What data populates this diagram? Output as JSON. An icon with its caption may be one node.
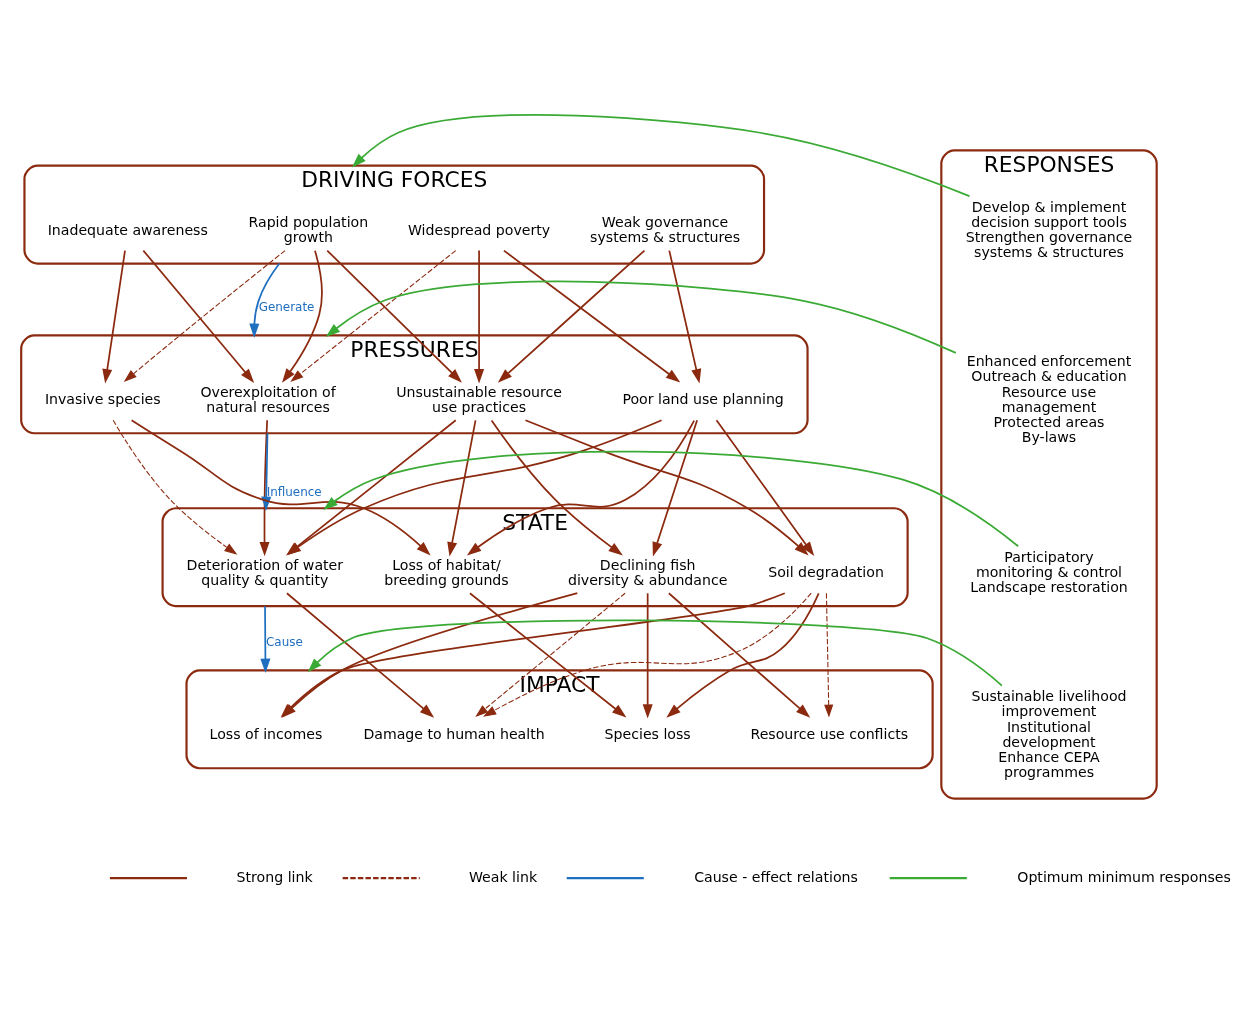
{
  "diagram": {
    "nodes": [
      {
        "text": [
          "DRIVING FORCES"
        ]
      },
      {
        "text": [
          "Rapid population growth"
        ],
        "in": 0
      },
      {
        "text": [
          "Weak governance systems & structures"
        ],
        "in": 0
      },
      {
        "text": [
          "Inadequate awareness"
        ],
        "in": 0
      },
      {
        "text": [
          "Widespread poverty"
        ],
        "in": 0
      },
      {
        "text": [
          "PRESSURES"
        ]
      },
      {
        "text": [
          "Overexploitation of natural resources"
        ],
        "in": 5
      },
      {
        "text": [
          "Unsustainable resource use practices"
        ],
        "in": 5
      },
      {
        "text": [
          "Poor land use planning"
        ],
        "in": 5
      },
      {
        "text": [
          "Invasive species"
        ],
        "in": 5
      },
      {
        "text": [
          "STATE"
        ]
      },
      {
        "text": [
          "Deterioration of water quality & quantity"
        ],
        "in": 10
      },
      {
        "text": [
          "Declining fish diversity & abundance"
        ],
        "in": 10
      },
      {
        "text": [
          "Loss of habitat/ breeding grounds"
        ],
        "in": 10
      },
      {
        "text": [
          "Soil degradation"
        ],
        "in": 10
      },
      {
        "text": [
          "IMPACT"
        ]
      },
      {
        "text": [
          "Loss of incomes"
        ],
        "in": 15
      },
      {
        "text": [
          "Resource use conflicts"
        ],
        "in": 15
      },
      {
        "text": [
          "Species loss"
        ],
        "in": 15
      },
      {
        "text": [
          "Damage to human health"
        ],
        "in": 15
      },
      {
        "text": [
          "RESPONSES"
        ]
      },
      {
        "text": [
          "Develop & implement decision support tools",
          "Strengthen governance systems & structures"
        ],
        "in": 20
      },
      {
        "text": [
          "Enhanced enforcement",
          "Outreach & education",
          "Resource use management",
          "Protected areas",
          "By-laws"
        ],
        "in": 20
      },
      {
        "text": [
          "Participatory monitoring & control",
          "Landscape restoration"
        ],
        "in": 20
      },
      {
        "text": [
          "Sustainable livelihood improvement",
          "Institutional development",
          "Enhance CEPA programmes"
        ],
        "in": 20
      }
    ],
    "edges": [
      {
        "from": 1,
        "to": 6,
        "arrow": "to"
      },
      {
        "from": 1,
        "to": 7,
        "arrow": "to"
      },
      {
        "from": 1,
        "to": 9,
        "arrow": "to",
        "style": "dashed"
      },
      {
        "from": 2,
        "to": 7,
        "arrow": "to"
      },
      {
        "from": 2,
        "to": 8,
        "arrow": "to"
      },
      {
        "from": 3,
        "to": 6,
        "arrow": "to"
      },
      {
        "from": 3,
        "to": 9,
        "arrow": "to"
      },
      {
        "from": 4,
        "to": 6,
        "arrow": "to",
        "style": "dashed"
      },
      {
        "from": 4,
        "to": 7,
        "arrow": "to"
      },
      {
        "from": 4,
        "to": 8,
        "arrow": "to"
      },
      {
        "from": 6,
        "to": 11,
        "arrow": "to"
      },
      {
        "from": 7,
        "to": 11,
        "arrow": "to"
      },
      {
        "from": 7,
        "to": 12,
        "arrow": "to"
      },
      {
        "from": 7,
        "to": 13,
        "arrow": "to"
      },
      {
        "from": 7,
        "to": 14,
        "arrow": "to"
      },
      {
        "from": 8,
        "to": 11,
        "arrow": "to"
      },
      {
        "from": 8,
        "to": 12,
        "arrow": "to"
      },
      {
        "from": 8,
        "to": 13,
        "arrow": "to"
      },
      {
        "from": 8,
        "to": 14,
        "arrow": "to"
      },
      {
        "from": 9,
        "to": 11,
        "arrow": "to",
        "style": "dashed"
      },
      {
        "from": 9,
        "to": 13,
        "arrow": "to"
      },
      {
        "from": 11,
        "to": 19,
        "arrow": "to"
      },
      {
        "from": 12,
        "to": 16,
        "arrow": "to"
      },
      {
        "from": 12,
        "to": 17,
        "arrow": "to"
      },
      {
        "from": 12,
        "to": 18,
        "arrow": "to"
      },
      {
        "from": 12,
        "to": 19,
        "arrow": "to",
        "style": "dashed"
      },
      {
        "from": 13,
        "to": 18,
        "arrow": "to"
      },
      {
        "from": 14,
        "to": 16,
        "arrow": "to"
      },
      {
        "from": 14,
        "to": 17,
        "arrow": "to",
        "style": "dashed"
      },
      {
        "from": 14,
        "to": 18,
        "arrow": "to"
      },
      {
        "from": 14,
        "to": 19,
        "arrow": "to",
        "style": "dashed"
      },
      {
        "from": 0,
        "to": 5,
        "arrow": "to",
        "label": "Generate",
        "color": "#1f6fc0"
      },
      {
        "from": 5,
        "to": 10,
        "arrow": "to",
        "label": "Influence",
        "color": "#1f6fc0"
      },
      {
        "from": 10,
        "to": 15,
        "arrow": "to",
        "label": "Cause",
        "color": "#1f6fc0"
      },
      {
        "from": 21,
        "to": 0,
        "arrow": "to",
        "color": "#3aaa35"
      },
      {
        "from": 22,
        "to": 5,
        "arrow": "to",
        "color": "#3aaa35"
      },
      {
        "from": 23,
        "to": 10,
        "arrow": "to",
        "color": "#3aaa35"
      },
      {
        "from": 24,
        "to": 15,
        "arrow": "to",
        "color": "#3aaa35"
      }
    ],
    "legend": [
      {
        "text": "Strong link"
      },
      {
        "text": "Weak link"
      },
      {
        "text": "Cause - effect relations"
      },
      {
        "text": "Optimum minimum responses"
      }
    ]
  }
}
